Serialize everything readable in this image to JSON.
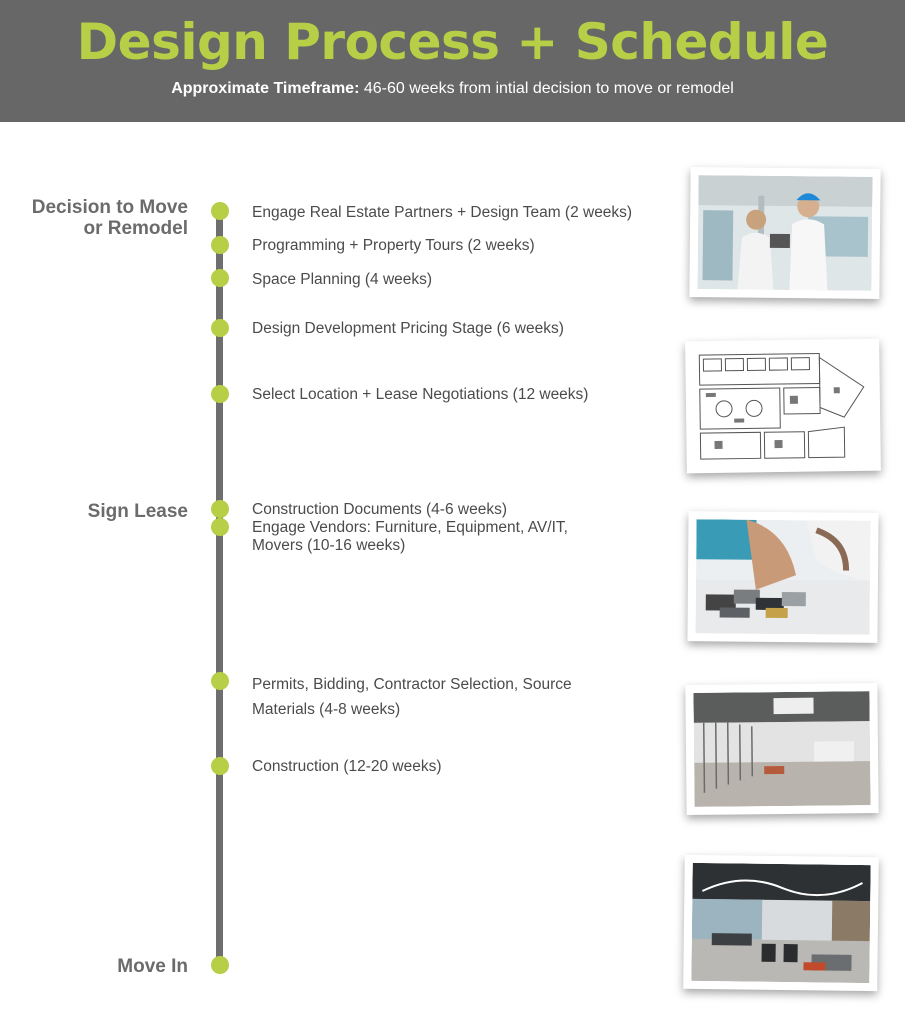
{
  "header": {
    "title": "Design Process + Schedule",
    "subtitle_bold": "Approximate Timeframe:",
    "subtitle_rest": " 46-60 weeks from intial decision to move or remodel"
  },
  "milestones": {
    "decision_line1": "Decision to Move",
    "decision_line2": "or Remodel",
    "sign_lease": "Sign Lease",
    "move_in": "Move In"
  },
  "steps": {
    "s1": "Engage Real Estate Partners + Design Team (2 weeks)",
    "s2": "Programming + Property Tours (2 weeks)",
    "s3": "Space Planning (4 weeks)",
    "s4": "Design Development Pricing Stage (6 weeks)",
    "s5": "Select Location + Lease Negotiations (12 weeks)",
    "s6": "Construction Documents (4-6 weeks)",
    "s7": "Engage Vendors: Furniture, Equipment, AV/IT, Movers (10-16 weeks)",
    "s8_line1": "Permits, Bidding, Contractor Selection, Source",
    "s8_line2": "Materials (4-8 weeks)",
    "s9": "Construction (12-20 weeks)"
  },
  "colors": {
    "accent_green": "#b7cf46",
    "header_gray": "#666766",
    "timeline_gray": "#6d6e6d"
  }
}
